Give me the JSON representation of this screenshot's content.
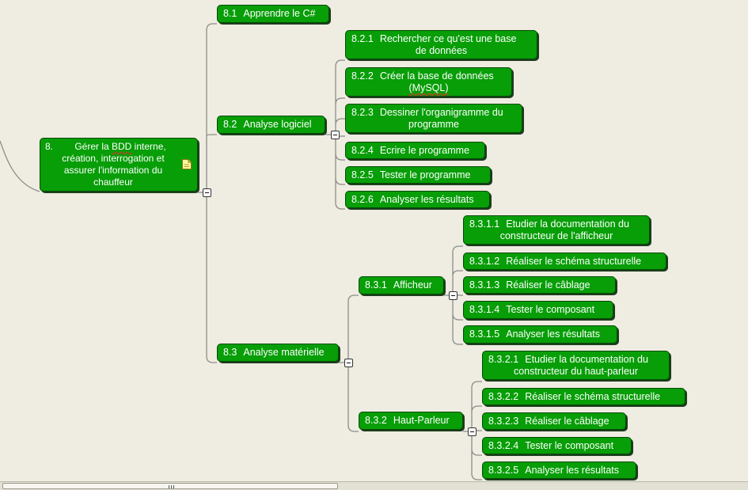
{
  "root": {
    "number": "8.",
    "lines": [
      "Gérer la BDD interne,",
      "création, interrogation et",
      "assurer l'information du",
      "chauffeur"
    ],
    "note_icon": "note-icon"
  },
  "nodes": {
    "n81": {
      "number": "8.1",
      "label": "Apprendre le C#"
    },
    "n82": {
      "number": "8.2",
      "label": "Analyse logiciel"
    },
    "n821": {
      "number": "8.2.1",
      "label": "Rechercher ce qu'est une base",
      "label2": "de données"
    },
    "n822": {
      "number": "8.2.2",
      "label": "Créer la base de données",
      "label2": "(MySQL)"
    },
    "n823": {
      "number": "8.2.3",
      "label": "Dessiner l'organigramme du",
      "label2": "programme"
    },
    "n824": {
      "number": "8.2.4",
      "label": "Ecrire le programme"
    },
    "n825": {
      "number": "8.2.5",
      "label": "Tester le programme"
    },
    "n826": {
      "number": "8.2.6",
      "label": "Analyser les résultats"
    },
    "n83": {
      "number": "8.3",
      "label": "Analyse matérielle"
    },
    "n831": {
      "number": "8.3.1",
      "label": "Afficheur"
    },
    "n8311": {
      "number": "8.3.1.1",
      "label": "Etudier la documentation du",
      "label2": "constructeur de l'afficheur"
    },
    "n8312": {
      "number": "8.3.1.2",
      "label": "Réaliser le schéma structurelle"
    },
    "n8313": {
      "number": "8.3.1.3",
      "label": "Réaliser le câblage"
    },
    "n8314": {
      "number": "8.3.1.4",
      "label": "Tester le composant"
    },
    "n8315": {
      "number": "8.3.1.5",
      "label": "Analyser les résultats"
    },
    "n832": {
      "number": "8.3.2",
      "label": "Haut-Parleur"
    },
    "n8321": {
      "number": "8.3.2.1",
      "label": "Etudier la documentation du",
      "label2": "constructeur du haut-parleur"
    },
    "n8322": {
      "number": "8.3.2.2",
      "label": "Réaliser le schéma structurelle"
    },
    "n8323": {
      "number": "8.3.2.3",
      "label": "Réaliser le câblage"
    },
    "n8324": {
      "number": "8.3.2.4",
      "label": "Tester le composant"
    },
    "n8325": {
      "number": "8.3.2.5",
      "label": "Analyser les résultats"
    }
  },
  "colors": {
    "node_fill": "#079e07",
    "node_border": "#064a06",
    "link": "#8a8e88",
    "background": "#efece2"
  },
  "scrollbar": {
    "grip": "III"
  }
}
